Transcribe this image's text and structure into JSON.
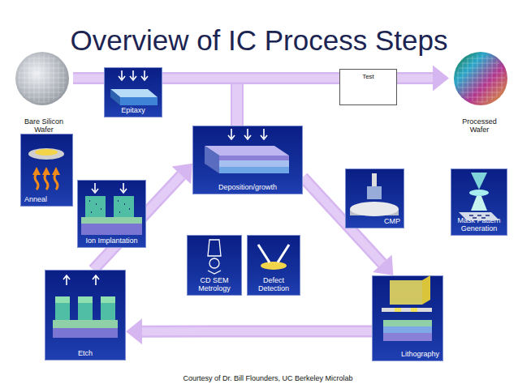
{
  "diagram": {
    "title": "Overview of IC Process Steps",
    "caption": "Courtesy of Dr. Bill Flounders, UC Berkeley Microlab",
    "nodes": [
      {
        "text": [
          "Bare Silicon Wafer"
        ]
      },
      {
        "text": [
          "Epitaxy"
        ]
      },
      {
        "text": [
          "Test"
        ]
      },
      {
        "text": [
          "Processed Wafer"
        ]
      },
      {
        "text": [
          "Anneal"
        ]
      },
      {
        "text": [
          "Deposition/growth"
        ]
      },
      {
        "text": [
          "Ion Implantation"
        ]
      },
      {
        "text": [
          "CMP"
        ]
      },
      {
        "text": [
          "Mask Pattern Generation"
        ]
      },
      {
        "text": [
          "CD SEM Metrology"
        ]
      },
      {
        "text": [
          "Defect Detection"
        ]
      },
      {
        "text": [
          "Etch"
        ]
      },
      {
        "text": [
          "Lithography"
        ]
      }
    ],
    "edges": [
      {
        "from": 0,
        "to": 3,
        "arrow": "to"
      },
      {
        "from": 5,
        "to": 12,
        "arrow": "to"
      },
      {
        "from": 12,
        "to": 11,
        "arrow": "to"
      },
      {
        "from": 11,
        "to": 5,
        "arrow": "to"
      }
    ]
  }
}
